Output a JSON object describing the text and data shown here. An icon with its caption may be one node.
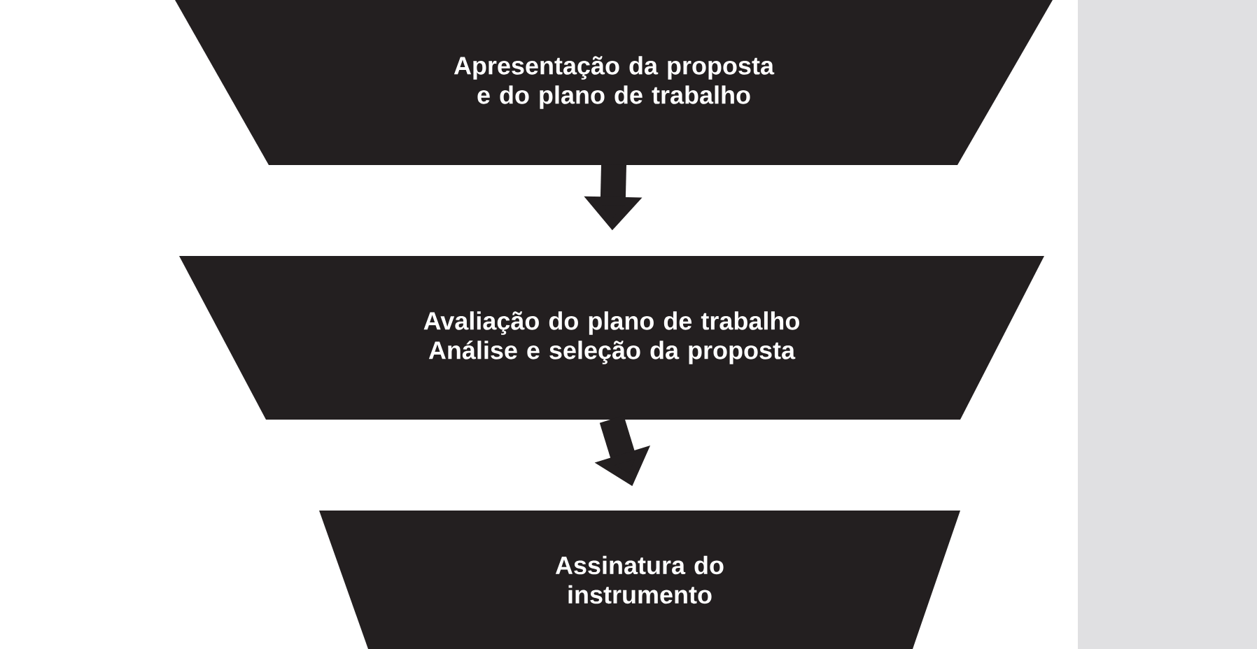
{
  "diagram": {
    "nodes": [
      {
        "text": [
          "Apresentação da proposta e do plano de trabalho"
        ]
      },
      {
        "text": [
          "Avaliação do plano de trabalho",
          "Análise e seleção da proposta"
        ]
      },
      {
        "text": [
          "Assinatura do instrumento"
        ]
      }
    ],
    "edges": [
      {
        "from": 0,
        "to": 1,
        "arrow": "to"
      },
      {
        "from": 1,
        "to": 2,
        "arrow": "to"
      }
    ]
  }
}
